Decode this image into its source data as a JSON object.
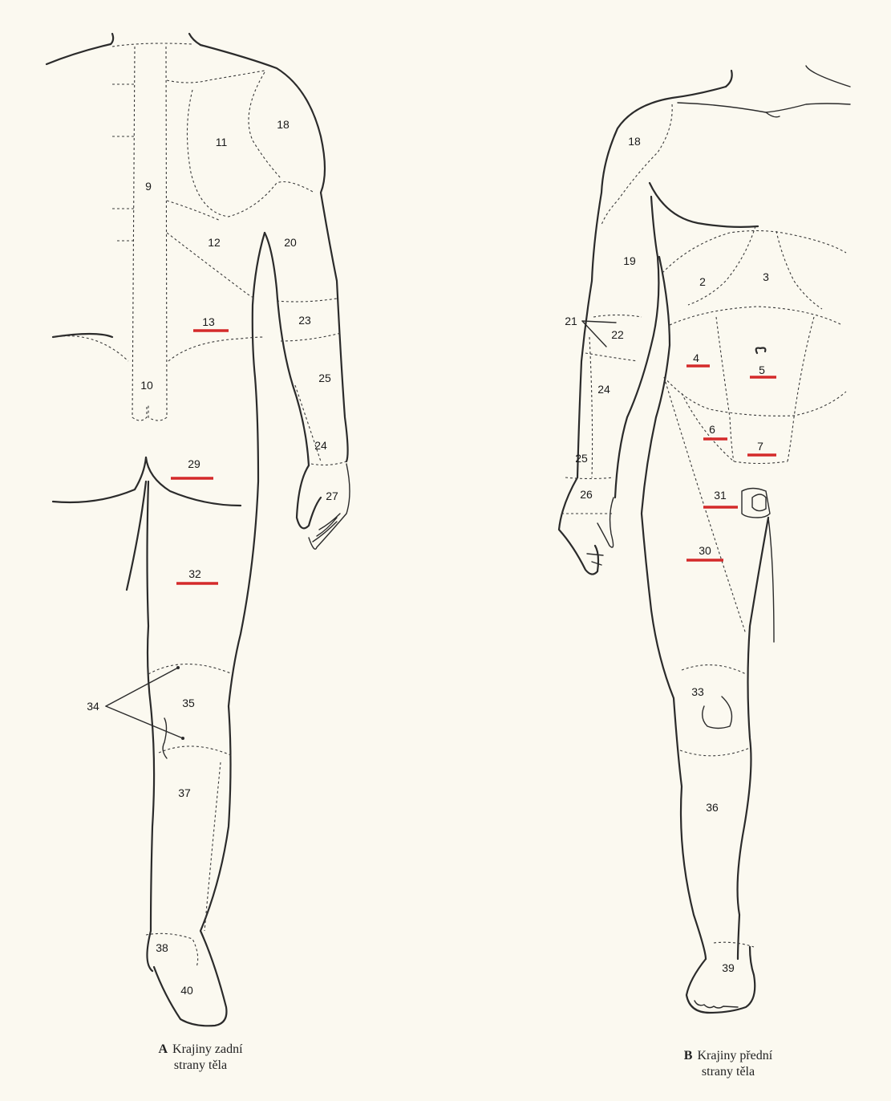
{
  "colors": {
    "background": "#fbf9f0",
    "line": "#2b2b2b",
    "highlight": "#d42a2a"
  },
  "figure_a": {
    "letter": "A",
    "caption_line1": "Krajiny zadní",
    "caption_line2": "strany těla",
    "region_labels": [
      {
        "id": "9",
        "text": "9",
        "underlined": false
      },
      {
        "id": "10",
        "text": "10",
        "underlined": false
      },
      {
        "id": "11",
        "text": "11",
        "underlined": false
      },
      {
        "id": "12",
        "text": "12",
        "underlined": false
      },
      {
        "id": "13",
        "text": "13",
        "underlined": true
      },
      {
        "id": "18",
        "text": "18",
        "underlined": false
      },
      {
        "id": "20",
        "text": "20",
        "underlined": false
      },
      {
        "id": "23",
        "text": "23",
        "underlined": false
      },
      {
        "id": "24",
        "text": "24",
        "underlined": false
      },
      {
        "id": "25",
        "text": "25",
        "underlined": false
      },
      {
        "id": "27",
        "text": "27",
        "underlined": false
      },
      {
        "id": "29",
        "text": "29",
        "underlined": true
      },
      {
        "id": "32",
        "text": "32",
        "underlined": true
      },
      {
        "id": "34",
        "text": "34",
        "underlined": false
      },
      {
        "id": "35",
        "text": "35",
        "underlined": false
      },
      {
        "id": "37",
        "text": "37",
        "underlined": false
      },
      {
        "id": "38",
        "text": "38",
        "underlined": false
      },
      {
        "id": "40",
        "text": "40",
        "underlined": false
      }
    ]
  },
  "figure_b": {
    "letter": "B",
    "caption_line1": "Krajiny přední",
    "caption_line2": "strany těla",
    "region_labels": [
      {
        "id": "2",
        "text": "2",
        "underlined": false
      },
      {
        "id": "3",
        "text": "3",
        "underlined": false
      },
      {
        "id": "4",
        "text": "4",
        "underlined": true
      },
      {
        "id": "5",
        "text": "5",
        "underlined": true
      },
      {
        "id": "6",
        "text": "6",
        "underlined": true
      },
      {
        "id": "7",
        "text": "7",
        "underlined": true
      },
      {
        "id": "18",
        "text": "18",
        "underlined": false
      },
      {
        "id": "19",
        "text": "19",
        "underlined": false
      },
      {
        "id": "21",
        "text": "21",
        "underlined": false
      },
      {
        "id": "22",
        "text": "22",
        "underlined": false
      },
      {
        "id": "24",
        "text": "24",
        "underlined": false
      },
      {
        "id": "25",
        "text": "25",
        "underlined": false
      },
      {
        "id": "26",
        "text": "26",
        "underlined": false
      },
      {
        "id": "30",
        "text": "30",
        "underlined": true
      },
      {
        "id": "31",
        "text": "31",
        "underlined": true
      },
      {
        "id": "33",
        "text": "33",
        "underlined": false
      },
      {
        "id": "36",
        "text": "36",
        "underlined": false
      },
      {
        "id": "39",
        "text": "39",
        "underlined": false
      }
    ]
  }
}
